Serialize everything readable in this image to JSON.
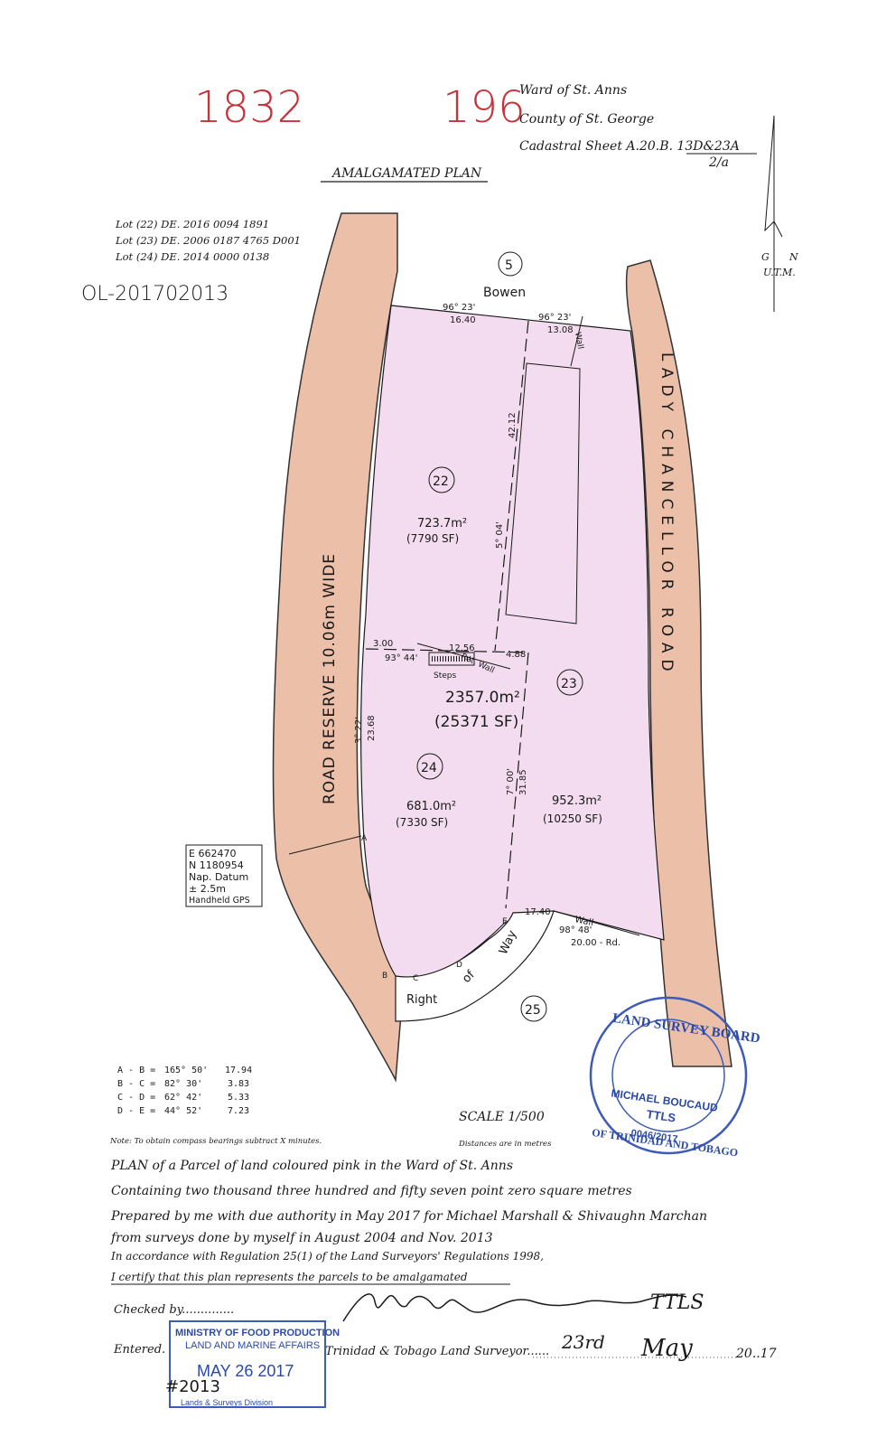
{
  "header": {
    "red_number_left": "1832",
    "red_number_right": "196",
    "ward": "Ward of St. Anns",
    "county": "County of St. George",
    "cadastral": "Cadastral Sheet A.20.B. 13D&23A",
    "cadastral_sub": "2/a",
    "plan_title": "AMALGAMATED PLAN",
    "lots": [
      "Lot (22) DE. 2016 0094 1891",
      "Lot (23) DE. 2006 0187 4765 D001",
      "Lot (24) DE. 2014 0000 0138"
    ],
    "handwritten_ref": "OL-201702013",
    "north_g": "G",
    "north_n": "N",
    "utm": "U.T.M."
  },
  "map": {
    "bowen_lot": "5",
    "bowen": "Bowen",
    "road_left": "ROAD  RESERVE  10.06m  WIDE",
    "road_right": "LADY  CHANCELLOR  ROAD",
    "top_bearing_1": "96° 23'",
    "top_dist_1": "16.40",
    "top_bearing_2": "96° 23'",
    "top_dist_2": "13.08",
    "wall_top": "Wall",
    "dist_42": "42.12",
    "bearing_504": "5° 04'",
    "lot22": "22",
    "lot22_area": "723.7m²",
    "lot22_sf": "(7790 SF)",
    "mid_300": "3.00",
    "mid_1256": "12.56",
    "mid_488": "4.88",
    "mid_bearing": "93° 44'",
    "ret_wall": "Ret. Wall",
    "steps": "Steps",
    "lot23": "23",
    "total_area": "2357.0m²",
    "total_sf": "(25371 SF)",
    "left_bearing": "3° 22'",
    "left_dist": "23.68",
    "lot24": "24",
    "lot24_area": "681.0m²",
    "lot24_sf": "(7330 SF)",
    "bearing_700": "7° 00'",
    "dist_3185": "31.85",
    "lot23_area": "952.3m²",
    "lot23_sf": "(10250 SF)",
    "gps": [
      "E 662470",
      "N 1180954",
      "Nap. Datum",
      "± 2.5m",
      "Handheld GPS"
    ],
    "pt_a": "A",
    "pt_b": "B",
    "pt_c": "C",
    "pt_d": "D",
    "pt_e": "E",
    "dist_1740": "17.40",
    "wall_bottom": "Wall",
    "bottom_bearing": "98° 48'",
    "bottom_dist": "20.00 - Rd.",
    "right_of_way": [
      "Right",
      "of",
      "Way"
    ],
    "lot25": "25"
  },
  "bearings_table": [
    {
      "seg": "A - B =",
      "bearing": "165° 50'",
      "dist": "17.94"
    },
    {
      "seg": "B - C =",
      "bearing": "82° 30'",
      "dist": "3.83"
    },
    {
      "seg": "C - D =",
      "bearing": "62° 42'",
      "dist": "5.33"
    },
    {
      "seg": "D - E =",
      "bearing": "44° 52'",
      "dist": "7.23"
    }
  ],
  "scale": "SCALE  1/500",
  "note": "Note: To obtain compass bearings subtract X minutes.",
  "distances": "Distances are in metres",
  "stamp": {
    "top": "LAND SURVEY BOARD",
    "bottom": "OF TRINIDAD AND TOBAGO",
    "name": "MICHAEL BOUCAUD",
    "title": "TTLS",
    "number": "0046/2017"
  },
  "certification": [
    "PLAN of a Parcel of land coloured pink in the Ward of St. Anns",
    "Containing two thousand three hundred and fifty seven point zero square metres",
    "Prepared by me with due authority in May 2017 for Michael Marshall & Shivaughn Marchan",
    "from surveys done by myself in August 2004 and Nov. 2013",
    "In accordance with Regulation 25(1) of the Land Surveyors' Regulations 1998,",
    "I certify that this plan represents the parcels to be amalgamated"
  ],
  "checked_by": "Checked by..............",
  "entered": "Entered.",
  "surveyor_line": "Trinidad & Tobago Land Surveyor......",
  "signature_text": "TTLS",
  "date_day": "23rd",
  "date_month": "May",
  "date_year": "20..17",
  "ministry_stamp": {
    "line1": "MINISTRY OF FOOD PRODUCTION",
    "line2": "LAND AND MARINE AFFAIRS",
    "date": "MAY 26 2017",
    "handwritten": "#2013",
    "bottom": "Lands & Surveys Division"
  }
}
